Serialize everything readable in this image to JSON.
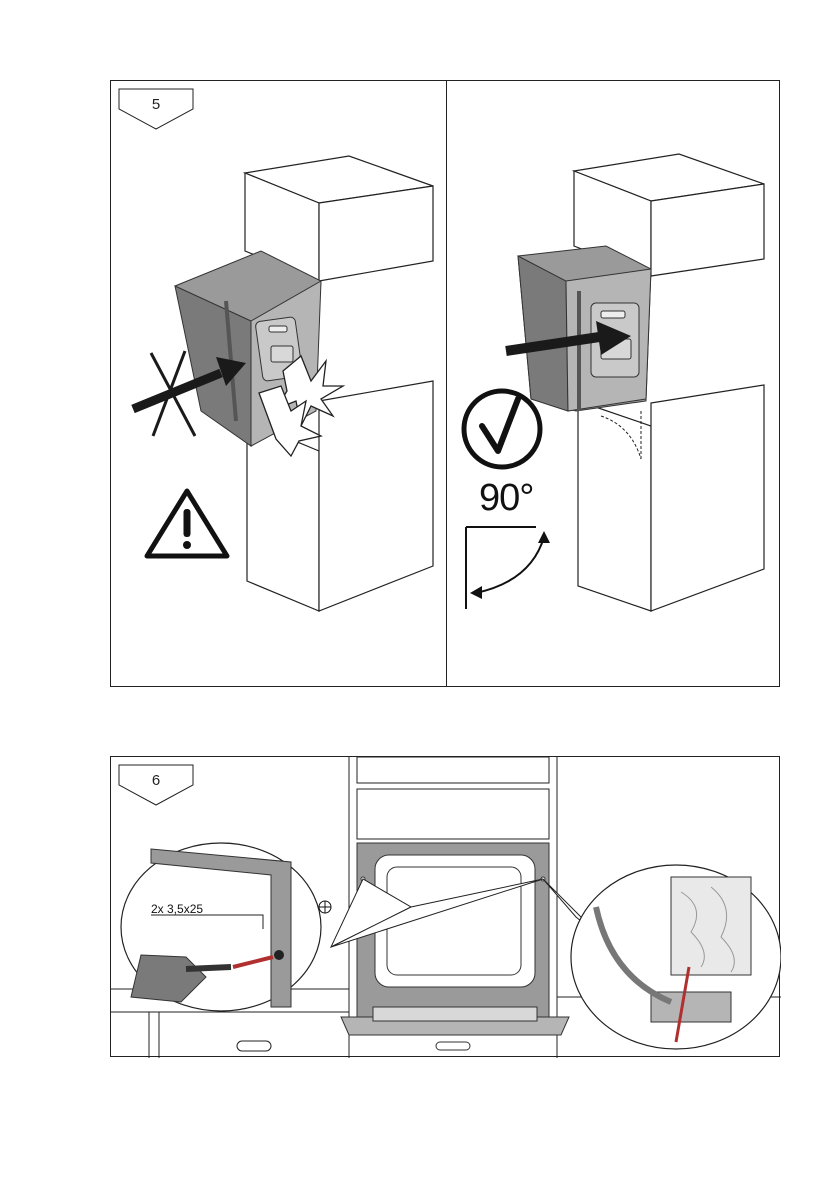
{
  "step5": {
    "number": "5",
    "angle_label": "90°"
  },
  "step6": {
    "number": "6",
    "screw_label": "2x 3,5x25"
  },
  "colors": {
    "line": "#222222",
    "oven_grey": "#9a9a9a",
    "oven_dark": "#6e6e6e",
    "arrow": "#1a1a1a",
    "screw_red": "#b03030"
  },
  "icons": [
    "wrong-cross-icon",
    "warning-triangle-icon",
    "correct-check-icon",
    "angle-arrow-icon",
    "phillips-screw-icon"
  ]
}
